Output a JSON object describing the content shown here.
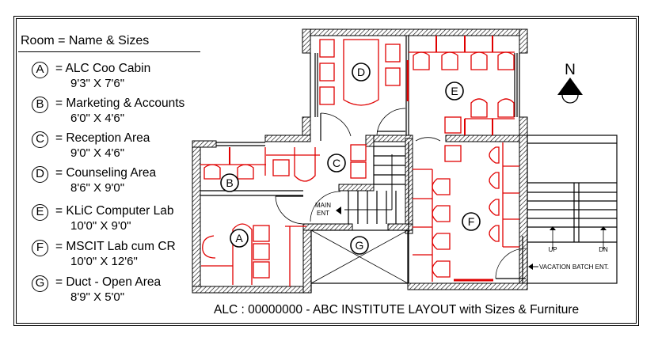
{
  "legend": {
    "title": "Room = Name & Sizes",
    "rooms": [
      {
        "key": "A",
        "name": "= ALC Coo Cabin",
        "size": "9'3\" X 7'6\""
      },
      {
        "key": "B",
        "name": "= Marketing & Accounts",
        "size": "6'0\" X 4'6\""
      },
      {
        "key": "C",
        "name": "= Reception Area",
        "size": "9'0\" X 4'6\""
      },
      {
        "key": "D",
        "name": "= Counseling Area",
        "size": "8'6\" X 9'0\""
      },
      {
        "key": "E",
        "name": "= KLiC Computer Lab",
        "size": "10'0\" X 9'0\""
      },
      {
        "key": "F",
        "name": "= MSCIT Lab cum CR",
        "size": "10'0\" X 12'6\""
      },
      {
        "key": "G",
        "name": "= Duct - Open Area",
        "size": "8'9\" X 5'0\""
      }
    ]
  },
  "plan": {
    "room_labels": {
      "A": "A",
      "B": "B",
      "C": "C",
      "D": "D",
      "E": "E",
      "F": "F",
      "G": "G"
    },
    "main_entrance": {
      "line1": "MAIN",
      "line2": "ENT"
    },
    "stair_up": "UP",
    "stair_down": "DN",
    "vacation_entrance": "VACATION BATCH  ENT.",
    "north_label": "N",
    "furniture_color": "#e00000",
    "wall_color": "#000000"
  },
  "footer": {
    "title": "ALC : 00000000 - ABC INSTITUTE LAYOUT with Sizes & Furniture"
  }
}
